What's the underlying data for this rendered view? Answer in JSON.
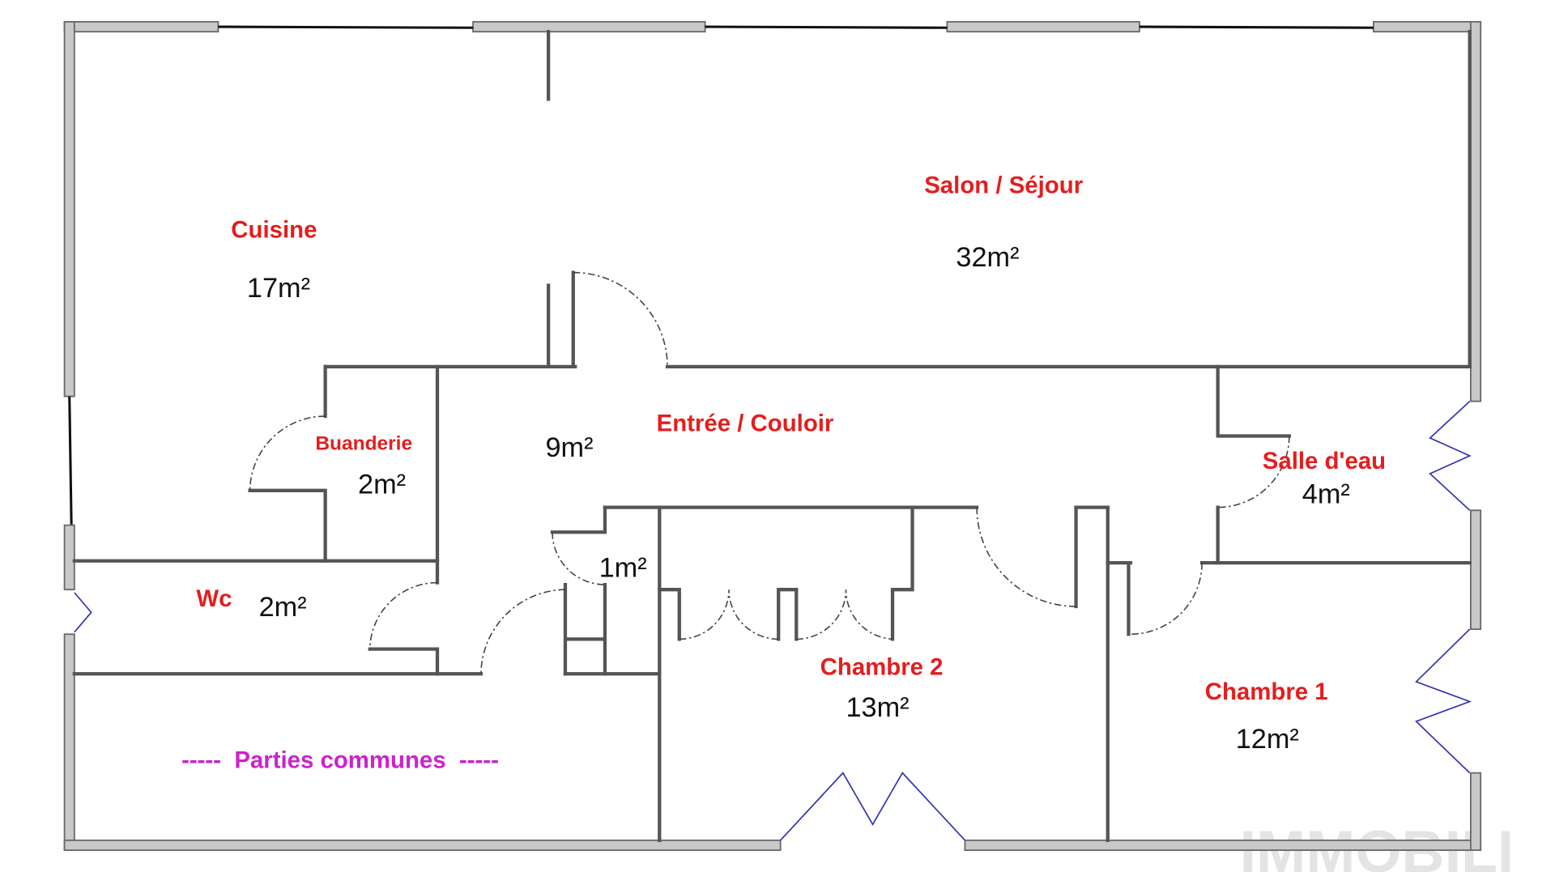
{
  "plan": {
    "colors": {
      "room_label": "#e31e1e",
      "common_label": "#cc22cc",
      "area_text": "#111111",
      "wall": "#c9c9c9"
    },
    "rooms": [
      {
        "name": "Cuisine",
        "area": "17m²"
      },
      {
        "name": "Salon / Séjour",
        "area": "32m²"
      },
      {
        "name": "Entrée / Couloir",
        "area": "9m²"
      },
      {
        "name": "Buanderie",
        "area": "2m²"
      },
      {
        "name": "Wc",
        "area": "2m²"
      },
      {
        "name": "Salle d'eau",
        "area": "4m²"
      },
      {
        "name": "Chambre 2",
        "area": "13m²"
      },
      {
        "name": "Chambre 1",
        "area": "12m²"
      }
    ],
    "closet_area": "1m²",
    "common_areas": "-----  Parties communes  -----",
    "watermark": "IMMOBILI"
  }
}
